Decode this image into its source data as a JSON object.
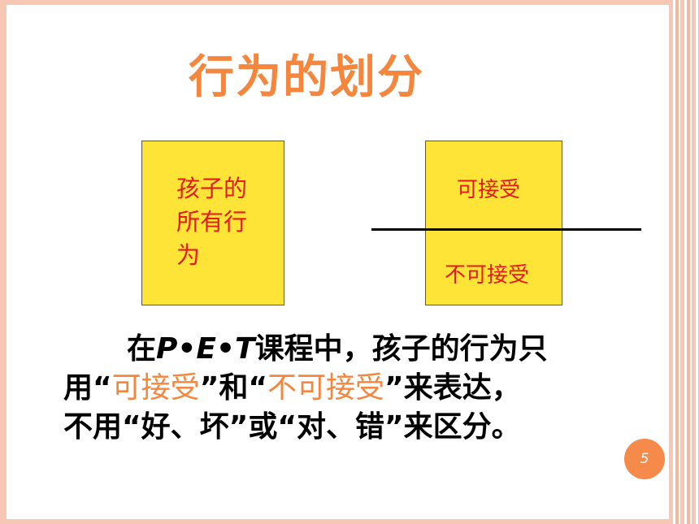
{
  "title": "行为的划分",
  "left_box": {
    "lines": [
      "孩子的",
      "所有行",
      "为"
    ]
  },
  "right_box": {
    "top_label": "可接受",
    "bottom_label": "不可接受"
  },
  "paragraph": {
    "line1_a": "在",
    "line1_pet": "P•E•T",
    "line1_b": "课程中，孩子的行为只",
    "line2_a": "用“",
    "line2_orange1": "可接受",
    "line2_b": "”和“",
    "line2_orange2": "不可接受",
    "line2_c": "”来表达，",
    "line3": "不用“好、坏”或“对、错”来区分。"
  },
  "page_number": "5",
  "colors": {
    "title": "#f4873d",
    "box_fill": "#fde436",
    "box_text": "#e31b1b",
    "highlight": "#f4873d",
    "frame": "#f6c7b3"
  }
}
